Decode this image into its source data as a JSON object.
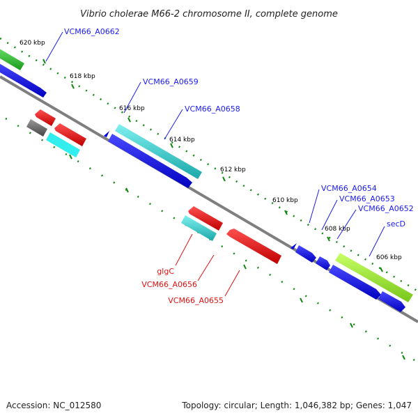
{
  "map": {
    "title": "Vibrio cholerae M66-2 chromosome II, complete genome",
    "accession": "Accession: NC_012580",
    "summary": "Topology: circular; Length: 1,046,382 bp; Genes: 1,047"
  },
  "ticks": [
    "620 kbp",
    "618 kbp",
    "616 kbp",
    "614 kbp",
    "612 kbp",
    "610 kbp",
    "608 kbp",
    "606 kbp"
  ],
  "genes_blue": [
    "VCM66_A0662",
    "VCM66_A0659",
    "VCM66_A0658",
    "VCM66_A0654",
    "VCM66_A0653",
    "VCM66_A0652",
    "secD"
  ],
  "genes_red": [
    "glgC",
    "VCM66_A0656",
    "VCM66_A0655"
  ],
  "colors": {
    "blue_cds": "#0000ee",
    "red_cds": "#ee0000",
    "cyan_cds": "#22c4c4",
    "green_cds": "#33bb33",
    "lime_cds": "#99e033",
    "gray_cds": "#666666",
    "backbone": "#888888",
    "tick_marks": "#118811"
  }
}
